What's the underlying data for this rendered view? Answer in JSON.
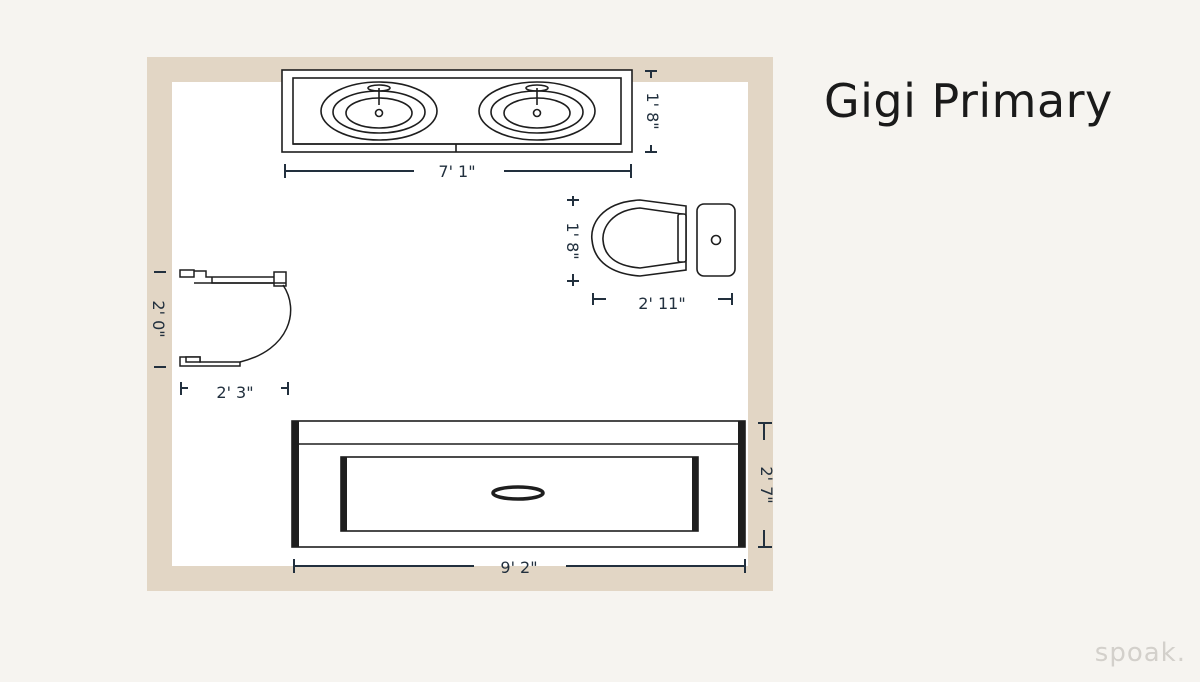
{
  "title": "Gigi Primary",
  "logo": "spoak.",
  "colors": {
    "background": "#f6f4f0",
    "wall": "#e2d6c5",
    "floor": "#ffffff",
    "fixture_stroke": "#1e1e1e",
    "dimension": "#22303e"
  },
  "fixtures": [
    {
      "name": "double-vanity",
      "width": "7' 1\"",
      "depth": "1' 8\""
    },
    {
      "name": "toilet",
      "width": "2' 11\"",
      "depth": "1' 8\""
    },
    {
      "name": "shower-door",
      "width": "2' 3\"",
      "depth": "2' 0\""
    },
    {
      "name": "bathtub",
      "width": "9' 2\"",
      "depth": "2' 7\""
    }
  ],
  "dimensions": {
    "vanity_width": "7' 1\"",
    "vanity_depth": "1' 8\"",
    "toilet_width": "2' 11\"",
    "toilet_depth": "1' 8\"",
    "shower_width": "2' 3\"",
    "shower_depth": "2' 0\"",
    "tub_width": "9' 2\"",
    "tub_depth": "2' 7\""
  }
}
